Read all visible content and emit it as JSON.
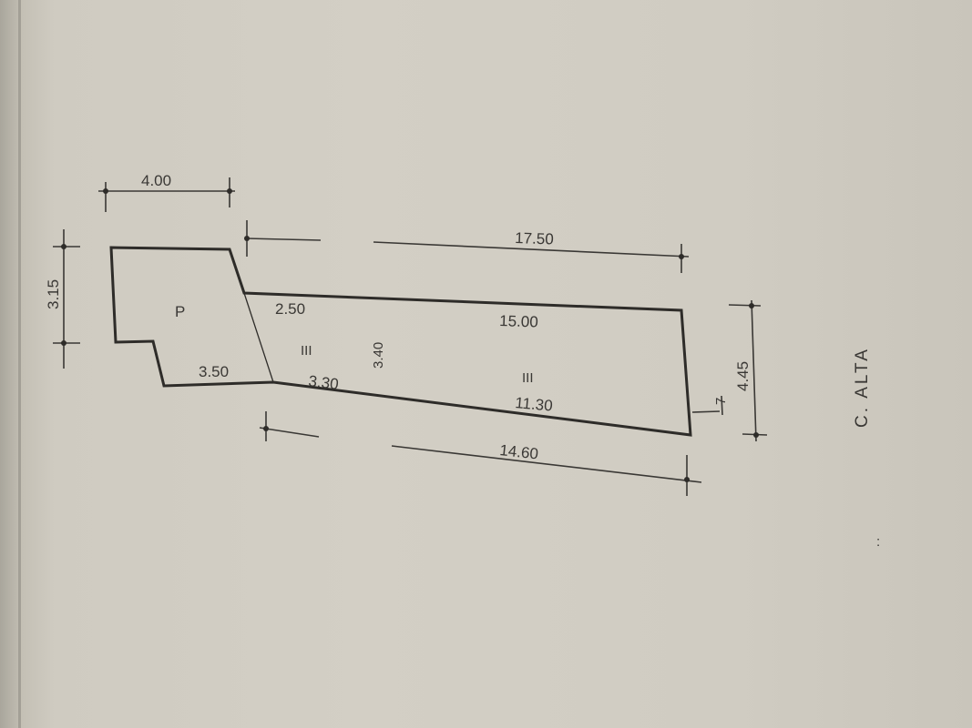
{
  "drawing": {
    "title": "C. ALTA",
    "room_labels": {
      "p": "P",
      "stair_1": "III",
      "stair_2": "III"
    },
    "dimensions": {
      "top_width": "4.00",
      "left_height": "3.15",
      "overall_top": "17.50",
      "overall_bottom": "14.60",
      "right_height": "4.45",
      "inner_top": "2.50",
      "inner_long_top": "15.00",
      "inner_long_bottom": "11.30",
      "p_bottom": "3.50",
      "mid_bottom": "3.30",
      "mid_height": "3.40",
      "small_offset": "7"
    },
    "stray_mark": ":"
  }
}
